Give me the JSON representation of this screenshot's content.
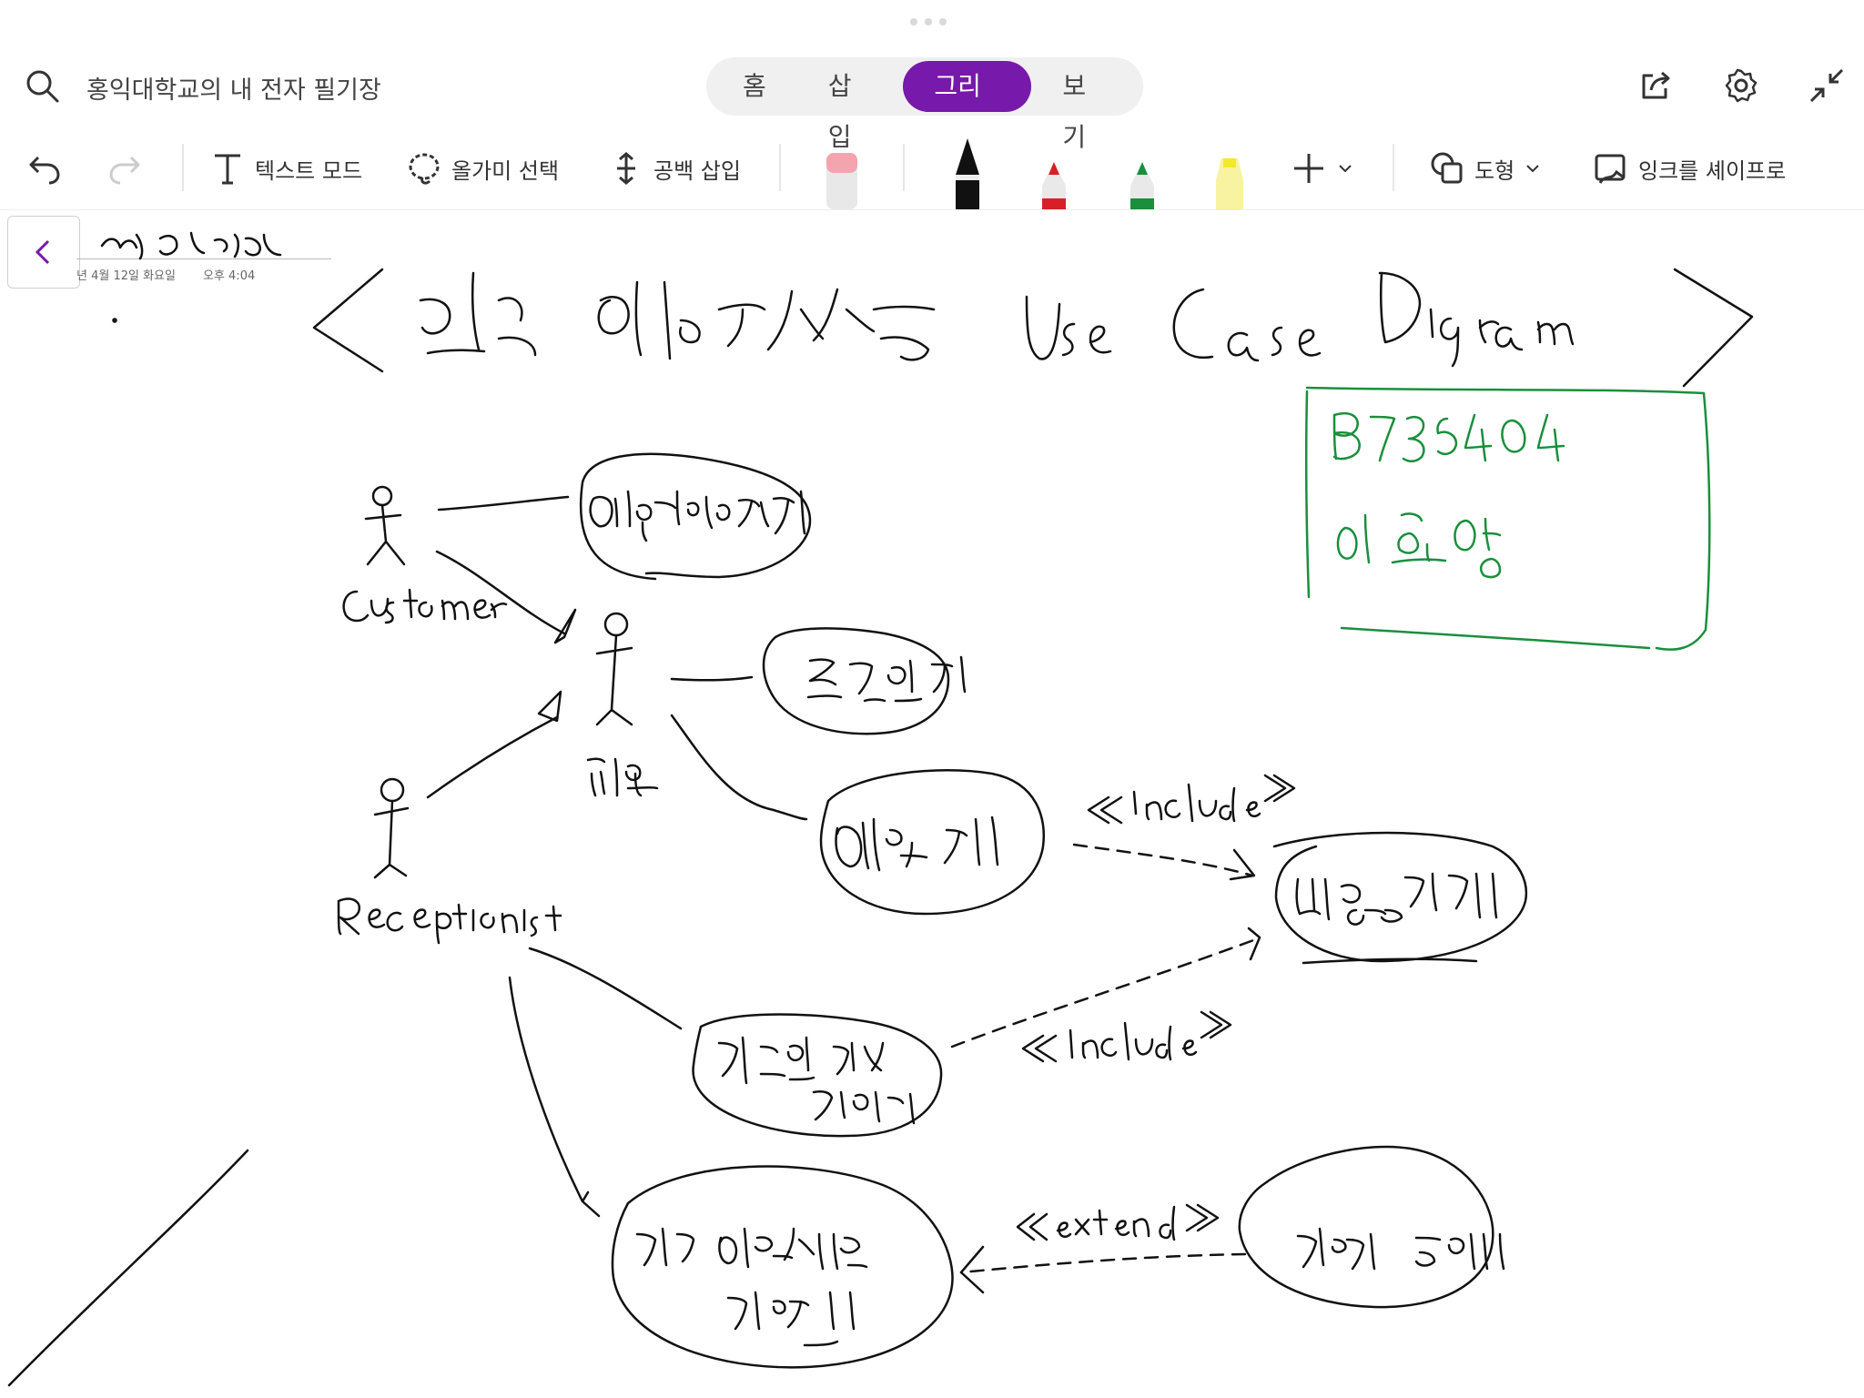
{
  "app": {
    "notebook_title": "홍익대학교의 내 전자 필기장"
  },
  "tabs": [
    {
      "label": "홈",
      "active": false
    },
    {
      "label": "삽입",
      "active": false
    },
    {
      "label": "그리기",
      "active": true
    },
    {
      "label": "보기",
      "active": false
    }
  ],
  "toolbar": {
    "text_mode": "텍스트 모드",
    "lasso_select": "올가미 선택",
    "insert_space": "공백 삽입",
    "shapes": "도형",
    "ink_to_shape": "잉크를 셰이프로"
  },
  "pens": [
    {
      "name": "eraser",
      "color": "#f4a4ae"
    },
    {
      "name": "black-pen",
      "color": "#111111"
    },
    {
      "name": "red-pen",
      "color": "#d81f26"
    },
    {
      "name": "green-pen",
      "color": "#1a8f3c"
    },
    {
      "name": "yellow-highlighter",
      "color": "#f2ea29"
    }
  ],
  "page": {
    "date": "년 4월 12일 화요일",
    "time": "오후 4:04"
  },
  "colors": {
    "accent": "#7719aa",
    "ink_black": "#111111",
    "ink_green": "#1a8f3c"
  }
}
